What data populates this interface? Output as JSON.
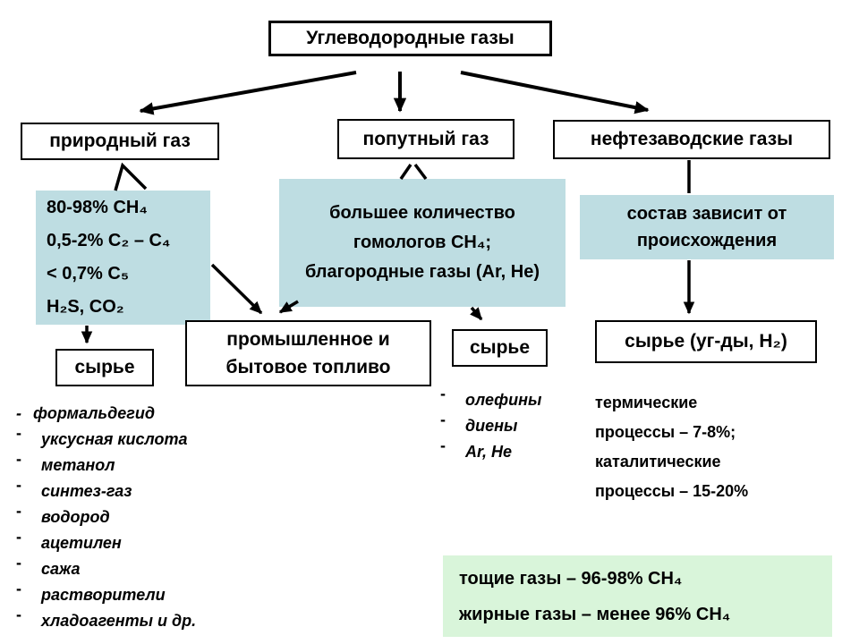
{
  "root": {
    "title": "Углеводородные газы"
  },
  "gas_types": {
    "natural": "природный газ",
    "associated": "попутный газ",
    "refinery": "нефтезаводские газы"
  },
  "composition": {
    "natural_lines": [
      "80-98% CH₄",
      "0,5-2% C₂ – C₄",
      "< 0,7% C₅",
      "H₂S, CO₂"
    ],
    "associated_lines": [
      "большее количество гомологов CH₄;",
      "благородные газы (Ar, He)"
    ],
    "refinery": "состав зависит от происхождения"
  },
  "uses": {
    "natural_raw": "сырье",
    "fuel": "промышленное и бытовое топливо",
    "associated_raw": "сырье",
    "refinery_raw": "сырье (уг-ды, H₂)"
  },
  "products_from_natural": [
    "формальдегид",
    "уксусная кислота",
    "метанол",
    "синтез-газ",
    "водород",
    "ацетилен",
    "сажа",
    "растворители",
    "хладоагенты и др."
  ],
  "products_from_associated": [
    "олефины",
    "диены",
    "Ar, He"
  ],
  "refinery_processes": {
    "lines": [
      "термические",
      "процессы – 7-8%;",
      "каталитические",
      "процессы – 15-20%"
    ]
  },
  "gas_classification": {
    "lines": [
      "тощие газы – 96-98% CH₄",
      "жирные газы – менее 96% CH₄"
    ]
  },
  "list_marker": "-",
  "colors": {
    "composition_box": "#bedde2",
    "classification_box": "#d9f5da",
    "stroke": "#000000",
    "background": "#ffffff"
  }
}
